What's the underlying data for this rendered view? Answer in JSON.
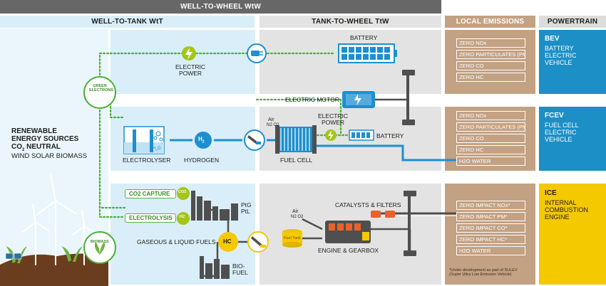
{
  "headers": {
    "wtw": "WELL-TO-WHEEL WtW",
    "wtt": "WELL-TO-TANK WtT",
    "ttw": "TANK-TO-WHEEL TtW",
    "local": "LOCAL EMISSIONS",
    "powertrain": "POWERTRAIN"
  },
  "sources": {
    "line1": "RENEWABLE",
    "line2": "ENERGY SOURCES",
    "line3_pre": "CO",
    "line3_sub": "2",
    "line3_post": " NEUTRAL",
    "line4": "WIND SOLAR BIOMASS"
  },
  "nodes": {
    "green_electrons": [
      "GREEN",
      "ELECTRONS"
    ],
    "biomass": "BIOMASS",
    "electric_power_top": [
      "ELECTRIC",
      "POWER"
    ],
    "battery_top": "BATTERY",
    "electric_motor": "ELECTRIC MOTOR",
    "electrolyser": "ELECTROLYSER",
    "h2o_small_pre": "H",
    "h2o_small_sub": "2",
    "h2o_small_post": "O",
    "h2_pre": "H",
    "h2_sub": "2",
    "hydrogen": "HYDROGEN",
    "air_fc": "Air",
    "n2o2_fc": "N2 O2",
    "electric_power_mid": [
      "ELECTRIC",
      "POWER"
    ],
    "battery_mid": "BATTERY",
    "fuel_cell": "FUEL CELL",
    "co2_capture": "CO2 CAPTURE",
    "co2_badge": "CO2",
    "electrolysis": "ELECTROLYSIS",
    "h2_badge": "H2",
    "pig_ptl": [
      "PtG",
      "PtL"
    ],
    "gaseous_liquid": "GASEOUS & LIQUID FUELS",
    "hc": "HC",
    "biofuel": [
      "BIO-",
      "FUEL"
    ],
    "fuel_tank": "Fuel Tank",
    "air_ice": "Air",
    "n2o2_ice": "N2 O2",
    "catalysts": "CATALYSTS & FILTERS",
    "engine_gearbox": "ENGINE & GEARBOX"
  },
  "emissions": {
    "bev": [
      "ZERO NOx",
      "ZERO PARTICULATES (PM)",
      "ZERO CO",
      "ZERO HC"
    ],
    "fcev": [
      "ZERO NOx",
      "ZERO PARTICULATES (PM)",
      "ZERO CO",
      "ZERO HC",
      "H2O WATER"
    ],
    "ice": [
      "ZERO IMPACT NOx*",
      "ZERO IMPACT PM*",
      "ZERO IMPACT CO*",
      "ZERO IMPACT HC*",
      "H2O WATER"
    ],
    "footnote": [
      "*Under development as part of SULEV",
      "(Super Ultra Low Emission Vehicle)"
    ]
  },
  "powertrain": {
    "bev": {
      "title": "BEV",
      "text": [
        "BATTERY",
        "ELECTRIC",
        "VEHICLE"
      ]
    },
    "fcev": {
      "title": "FCEV",
      "text": [
        "FUEL CELL",
        "ELECTRIC",
        "VEHICLE"
      ]
    },
    "ice": {
      "title": "ICE",
      "text": [
        "INTERNAL",
        "COMBUSTION",
        "ENGINE"
      ]
    }
  },
  "colors": {
    "grey_header": "#676767",
    "light_blue": "#d9eef8",
    "light_grey": "#e3e3e3",
    "tan": "#c3a183",
    "bev_blue": "#1b8fc6",
    "ice_yellow": "#f5c900",
    "green": "#4caf3a",
    "lime": "#a3c617",
    "blue": "#1d8fd0",
    "dark_grey": "#4f4f4f"
  }
}
